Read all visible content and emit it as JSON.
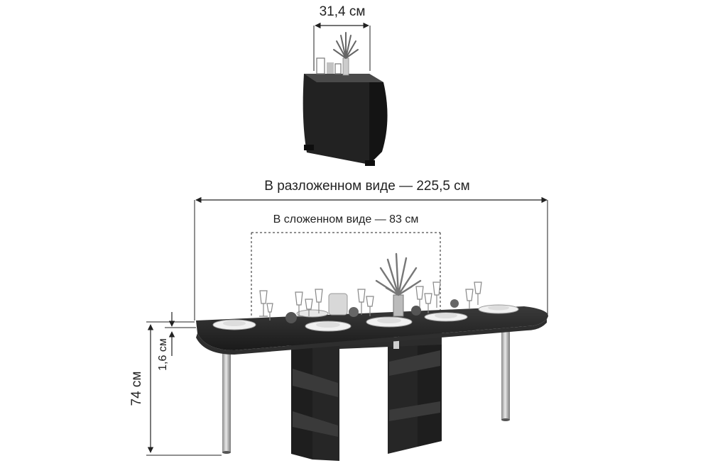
{
  "dimensions": {
    "folded_depth": "31,4 см",
    "unfolded_length": "В разложенном виде — 225,5 см",
    "folded_length": "В сложенном виде — 83 см",
    "height": "74 см",
    "top_thickness": "1,6 см"
  },
  "colors": {
    "wood": "#1c1c1c",
    "wood_edge": "#2e2e2e",
    "metal_leg": "#bdbdbd",
    "dimension_line": "#222222"
  }
}
